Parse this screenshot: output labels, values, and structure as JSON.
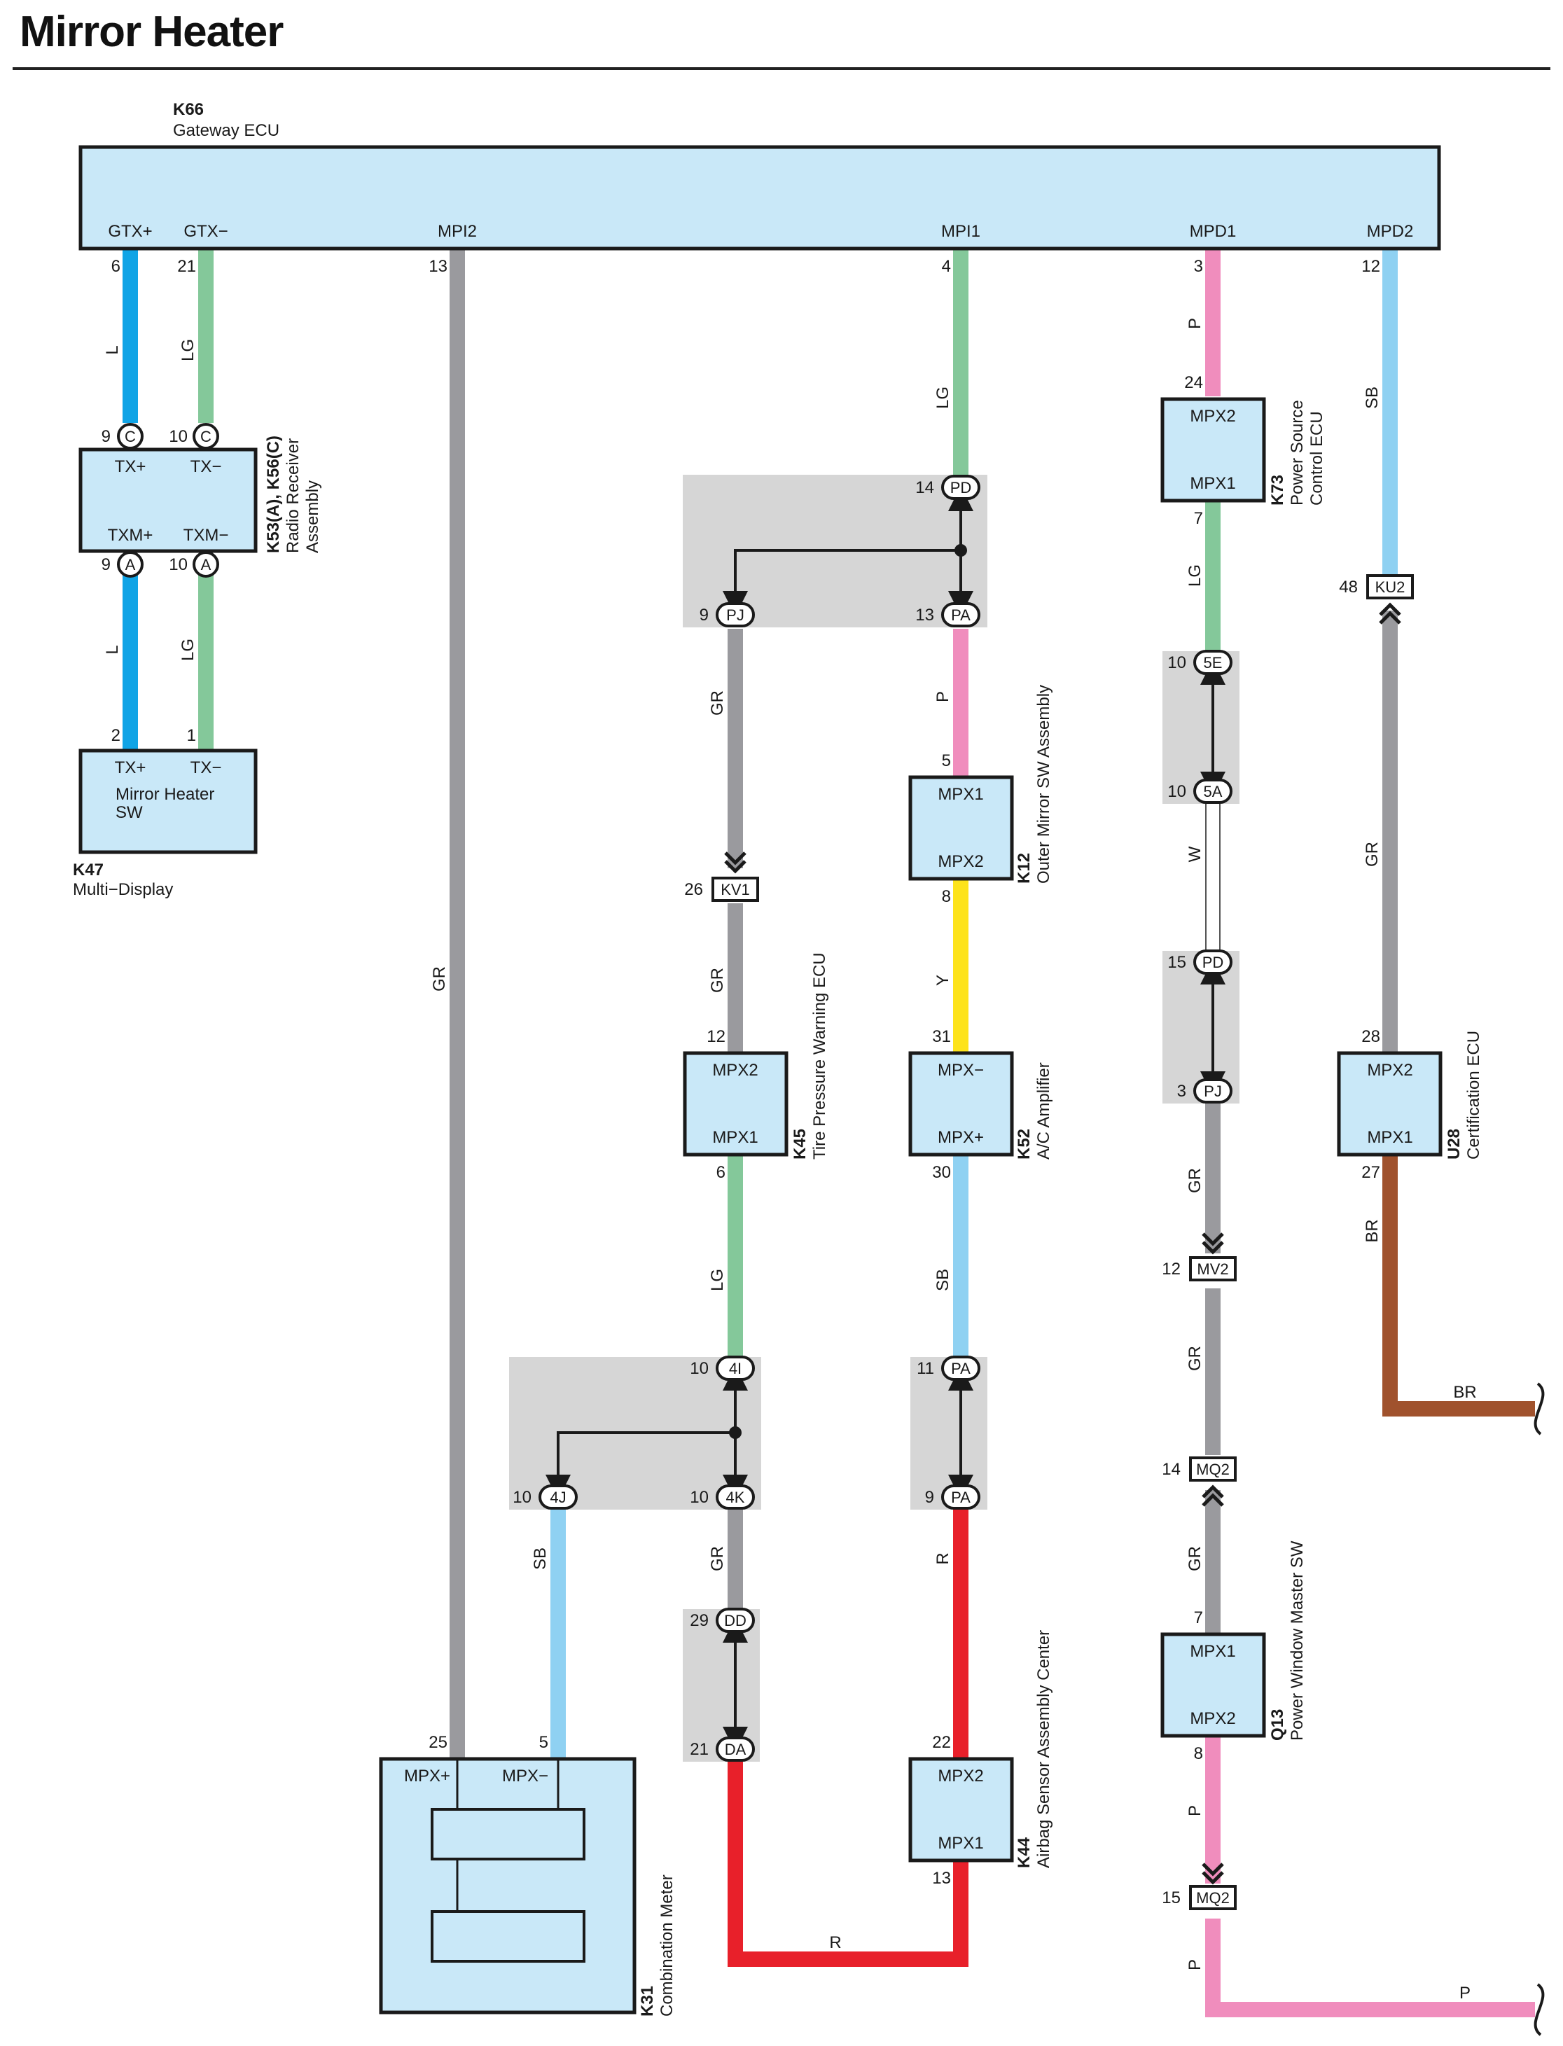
{
  "title": "Mirror Heater",
  "components": {
    "k66": {
      "code": "K66",
      "name": "Gateway ECU",
      "pins": [
        "GTX+",
        "GTX−",
        "MPI2",
        "MPI1",
        "MPD1",
        "MPD2"
      ]
    },
    "k53": {
      "code": "K53(A), K56(C)",
      "name1": "Radio Receiver",
      "name2": "Assembly",
      "pins": [
        "TX+",
        "TX−",
        "TXM+",
        "TXM−"
      ]
    },
    "k47": {
      "code": "K47",
      "name": "Multi−Display",
      "pins": [
        "TX+",
        "TX−"
      ],
      "inner1": "Mirror Heater",
      "inner2": "SW"
    },
    "k73": {
      "code": "K73",
      "name1": "Power Source",
      "name2": "Control ECU",
      "pins": [
        "MPX2",
        "MPX1"
      ]
    },
    "k12": {
      "code": "K12",
      "name": "Outer Mirror SW Assembly",
      "pins": [
        "MPX1",
        "MPX2"
      ]
    },
    "k45": {
      "code": "K45",
      "name": "Tire Pressure Warning ECU",
      "pins": [
        "MPX2",
        "MPX1"
      ]
    },
    "k52": {
      "code": "K52",
      "name": "A/C Amplifier",
      "pins": [
        "MPX−",
        "MPX+"
      ]
    },
    "u28": {
      "code": "U28",
      "name": "Certification ECU",
      "pins": [
        "MPX2",
        "MPX1"
      ]
    },
    "k44": {
      "code": "K44",
      "name": "Airbag Sensor Assembly Center",
      "pins": [
        "MPX2",
        "MPX1"
      ]
    },
    "q13": {
      "code": "Q13",
      "name": "Power Window Master SW",
      "pins": [
        "MPX1",
        "MPX2"
      ]
    },
    "k31": {
      "code": "K31",
      "name": "Combination Meter",
      "pins": [
        "MPX+",
        "MPX−"
      ]
    }
  },
  "pin_numbers": {
    "gw": [
      "6",
      "21",
      "13",
      "4",
      "3",
      "12"
    ],
    "radio": [
      "9",
      "10",
      "9",
      "10"
    ],
    "mhsw": [
      "2",
      "1"
    ],
    "k73": [
      "24",
      "7"
    ],
    "k12": [
      "5",
      "8"
    ],
    "k45": [
      "12",
      "6"
    ],
    "k52": [
      "31",
      "30"
    ],
    "u28": [
      "28",
      "27"
    ],
    "k44": [
      "22",
      "13"
    ],
    "q13": [
      "7",
      "8"
    ],
    "k31": [
      "25",
      "5"
    ]
  },
  "wire_colors": {
    "L": "L",
    "LG": "LG",
    "GR": "GR",
    "P": "P",
    "SB": "SB",
    "W": "W",
    "Y": "Y",
    "R": "R",
    "BR": "BR"
  },
  "connectors": {
    "C": "C",
    "A": "A",
    "PD": "PD",
    "PJ": "PJ",
    "PA": "PA",
    "KV1": "KV1",
    "KU2": "KU2",
    "5E": "5E",
    "5A": "5A",
    "MV2": "MV2",
    "MQ2": "MQ2",
    "4I": "4I",
    "4J": "4J",
    "4K": "4K",
    "DD": "DD",
    "DA": "DA"
  },
  "connector_pins": {
    "pd_top": "14",
    "pj_top": "9",
    "pa_top": "13",
    "kv1": "26",
    "ku2": "48",
    "c5e": "10",
    "c5a": "10",
    "pd_mid": "15",
    "pj_mid": "3",
    "mv2": "12",
    "mq2_a": "14",
    "mq2_b": "15",
    "c4i": "10",
    "c4j": "10",
    "c4k": "10",
    "dd": "29",
    "da": "21",
    "pa_k44_top": "11",
    "pa_k44_bot": "9"
  },
  "colors": {
    "component_fill": "#c9e8f8",
    "splice_fill": "#d6d6d6",
    "L": "#10a4e6",
    "LG": "#84c89a",
    "GR": "#9a9a9e",
    "P": "#f08dbd",
    "SB": "#8fd1f2",
    "W": "#ffffff",
    "Y": "#fde31b",
    "R": "#e8202a",
    "BR": "#a0522d"
  }
}
